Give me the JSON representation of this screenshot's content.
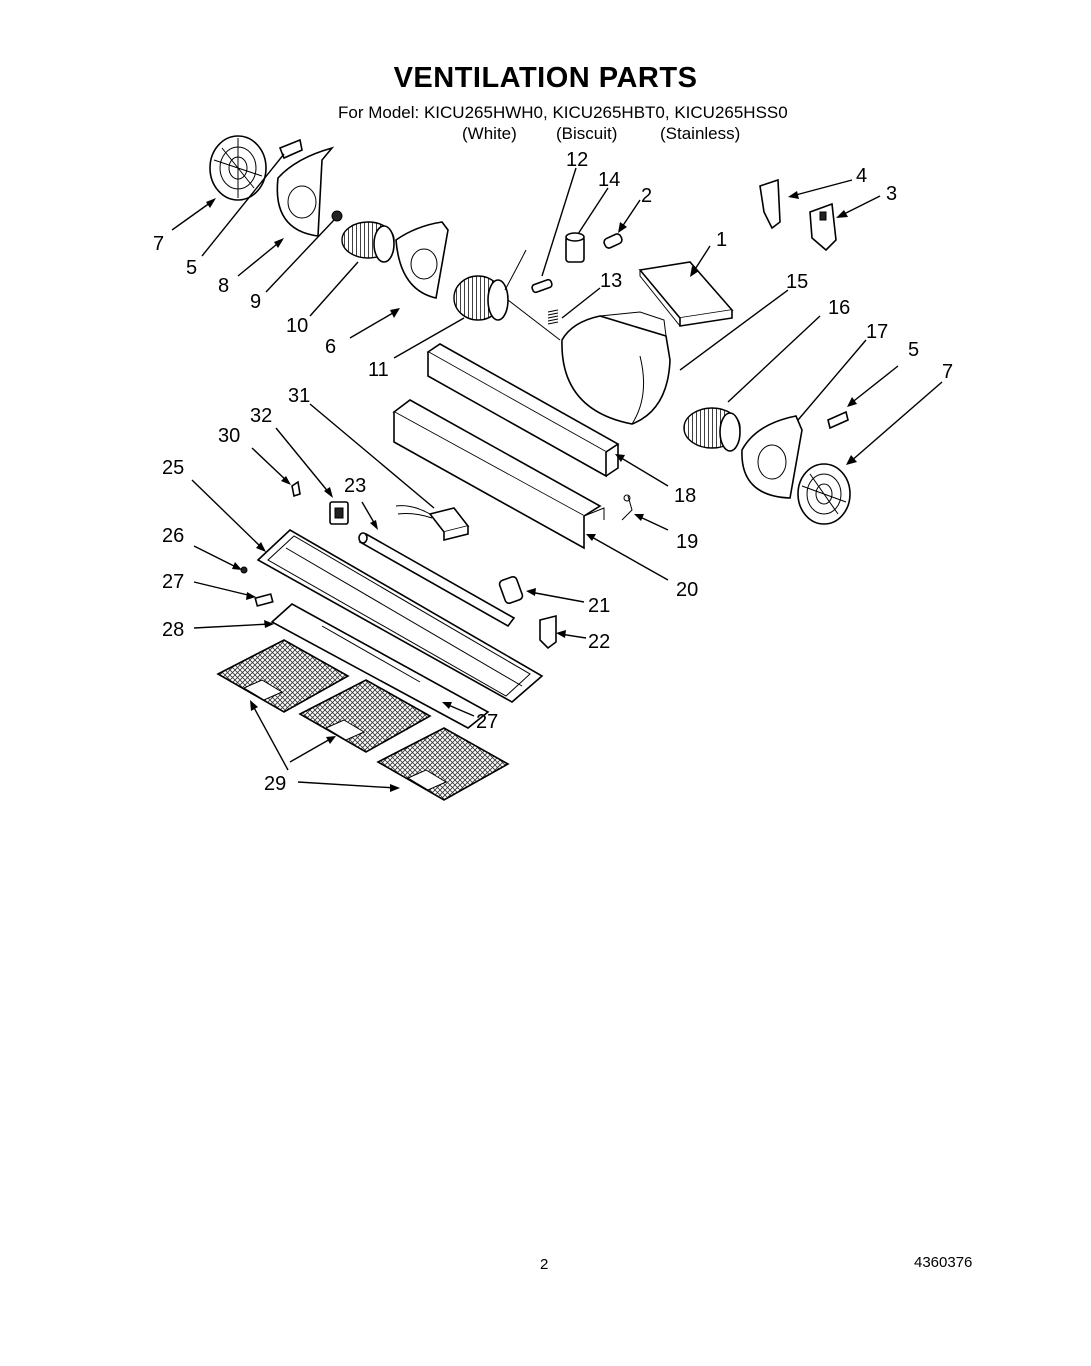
{
  "header": {
    "title": "VENTILATION PARTS",
    "model_line": "For Model: KICU265HWH0, KICU265HBT0, KICU265HSS0",
    "variants": [
      "(White)",
      "(Biscuit)",
      "(Stainless)"
    ]
  },
  "callouts": [
    "1",
    "2",
    "3",
    "4",
    "5",
    "6",
    "7",
    "8",
    "9",
    "10",
    "11",
    "12",
    "13",
    "14",
    "15",
    "16",
    "17",
    "18",
    "19",
    "20",
    "21",
    "22",
    "23",
    "25",
    "26",
    "27",
    "28",
    "29",
    "30",
    "31",
    "32"
  ],
  "footer": {
    "page_number": "2",
    "document_number": "4360376"
  }
}
